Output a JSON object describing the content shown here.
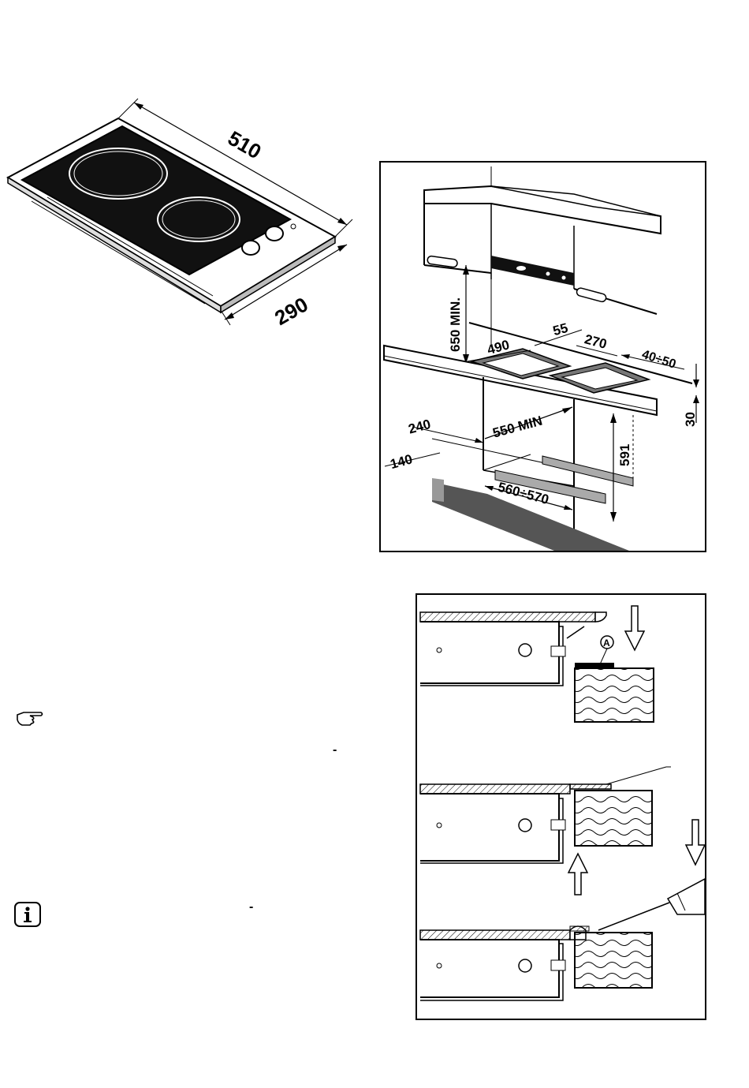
{
  "hob_dimensions": {
    "width": "510",
    "depth": "290"
  },
  "installation_dimensions": {
    "height_min": "650 MIN.",
    "d55": "55",
    "d490": "490",
    "d270": "270",
    "d40_50": "40÷50",
    "d30": "30",
    "d240": "240",
    "d550min": "550 MIN",
    "d140": "140",
    "d591": "591",
    "d560_570": "560÷570"
  },
  "sealing_detail": {
    "label_a": "A"
  },
  "margin_marks": {
    "dash_1": "-",
    "dash_2": "-"
  },
  "icons": [
    "pointing-hand-icon",
    "info-icon"
  ]
}
